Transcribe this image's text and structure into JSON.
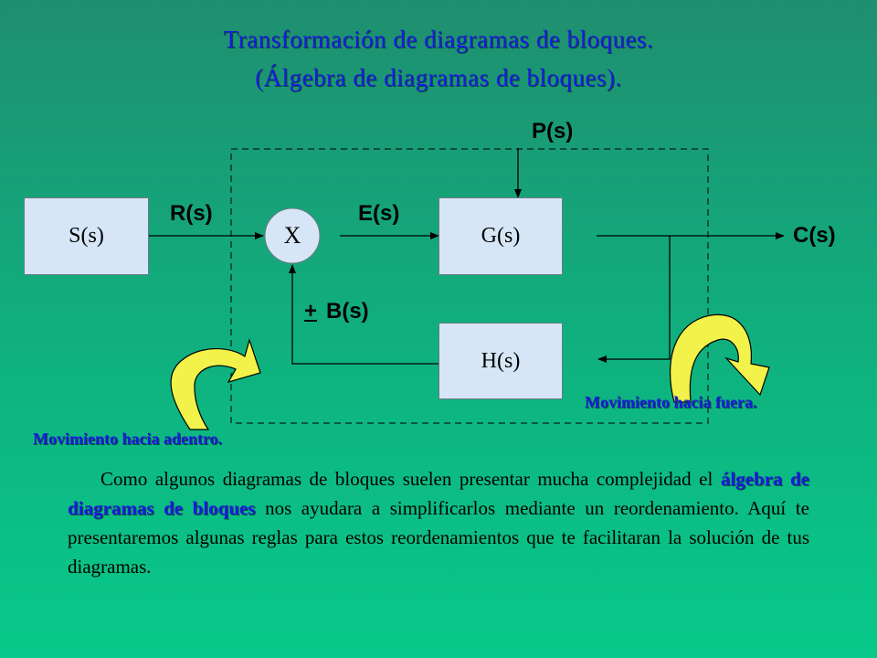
{
  "title": {
    "line1": "Transformación de diagramas de bloques.",
    "line2": "(Álgebra de diagramas de bloques)."
  },
  "blocks": {
    "source": "S(s)",
    "summing": "X",
    "forward": "G(s)",
    "feedback": "H(s)"
  },
  "signals": {
    "disturbance": "P(s)",
    "reference": "R(s)",
    "error": "E(s)",
    "output": "C(s)",
    "feedback_sign": "+",
    "feedback_signal": "B(s)"
  },
  "annotations": {
    "move_out": "Movimiento hacia fuera.",
    "move_in": "Movimiento hacia adentro."
  },
  "paragraph": {
    "before": "Como algunos diagramas de bloques suelen presentar mucha complejidad el ",
    "highlight": "álgebra de diagramas de bloques",
    "after": " nos ayudara a simplificarlos mediante un reordenamiento. Aquí te presentaremos algunas reglas para estos reordenamientos que te facilitaran la solución de tus diagramas."
  },
  "colors": {
    "title": "#1a1ae0",
    "block_fill": "#d7e6f7",
    "arrow_fill": "#f2f24a"
  }
}
